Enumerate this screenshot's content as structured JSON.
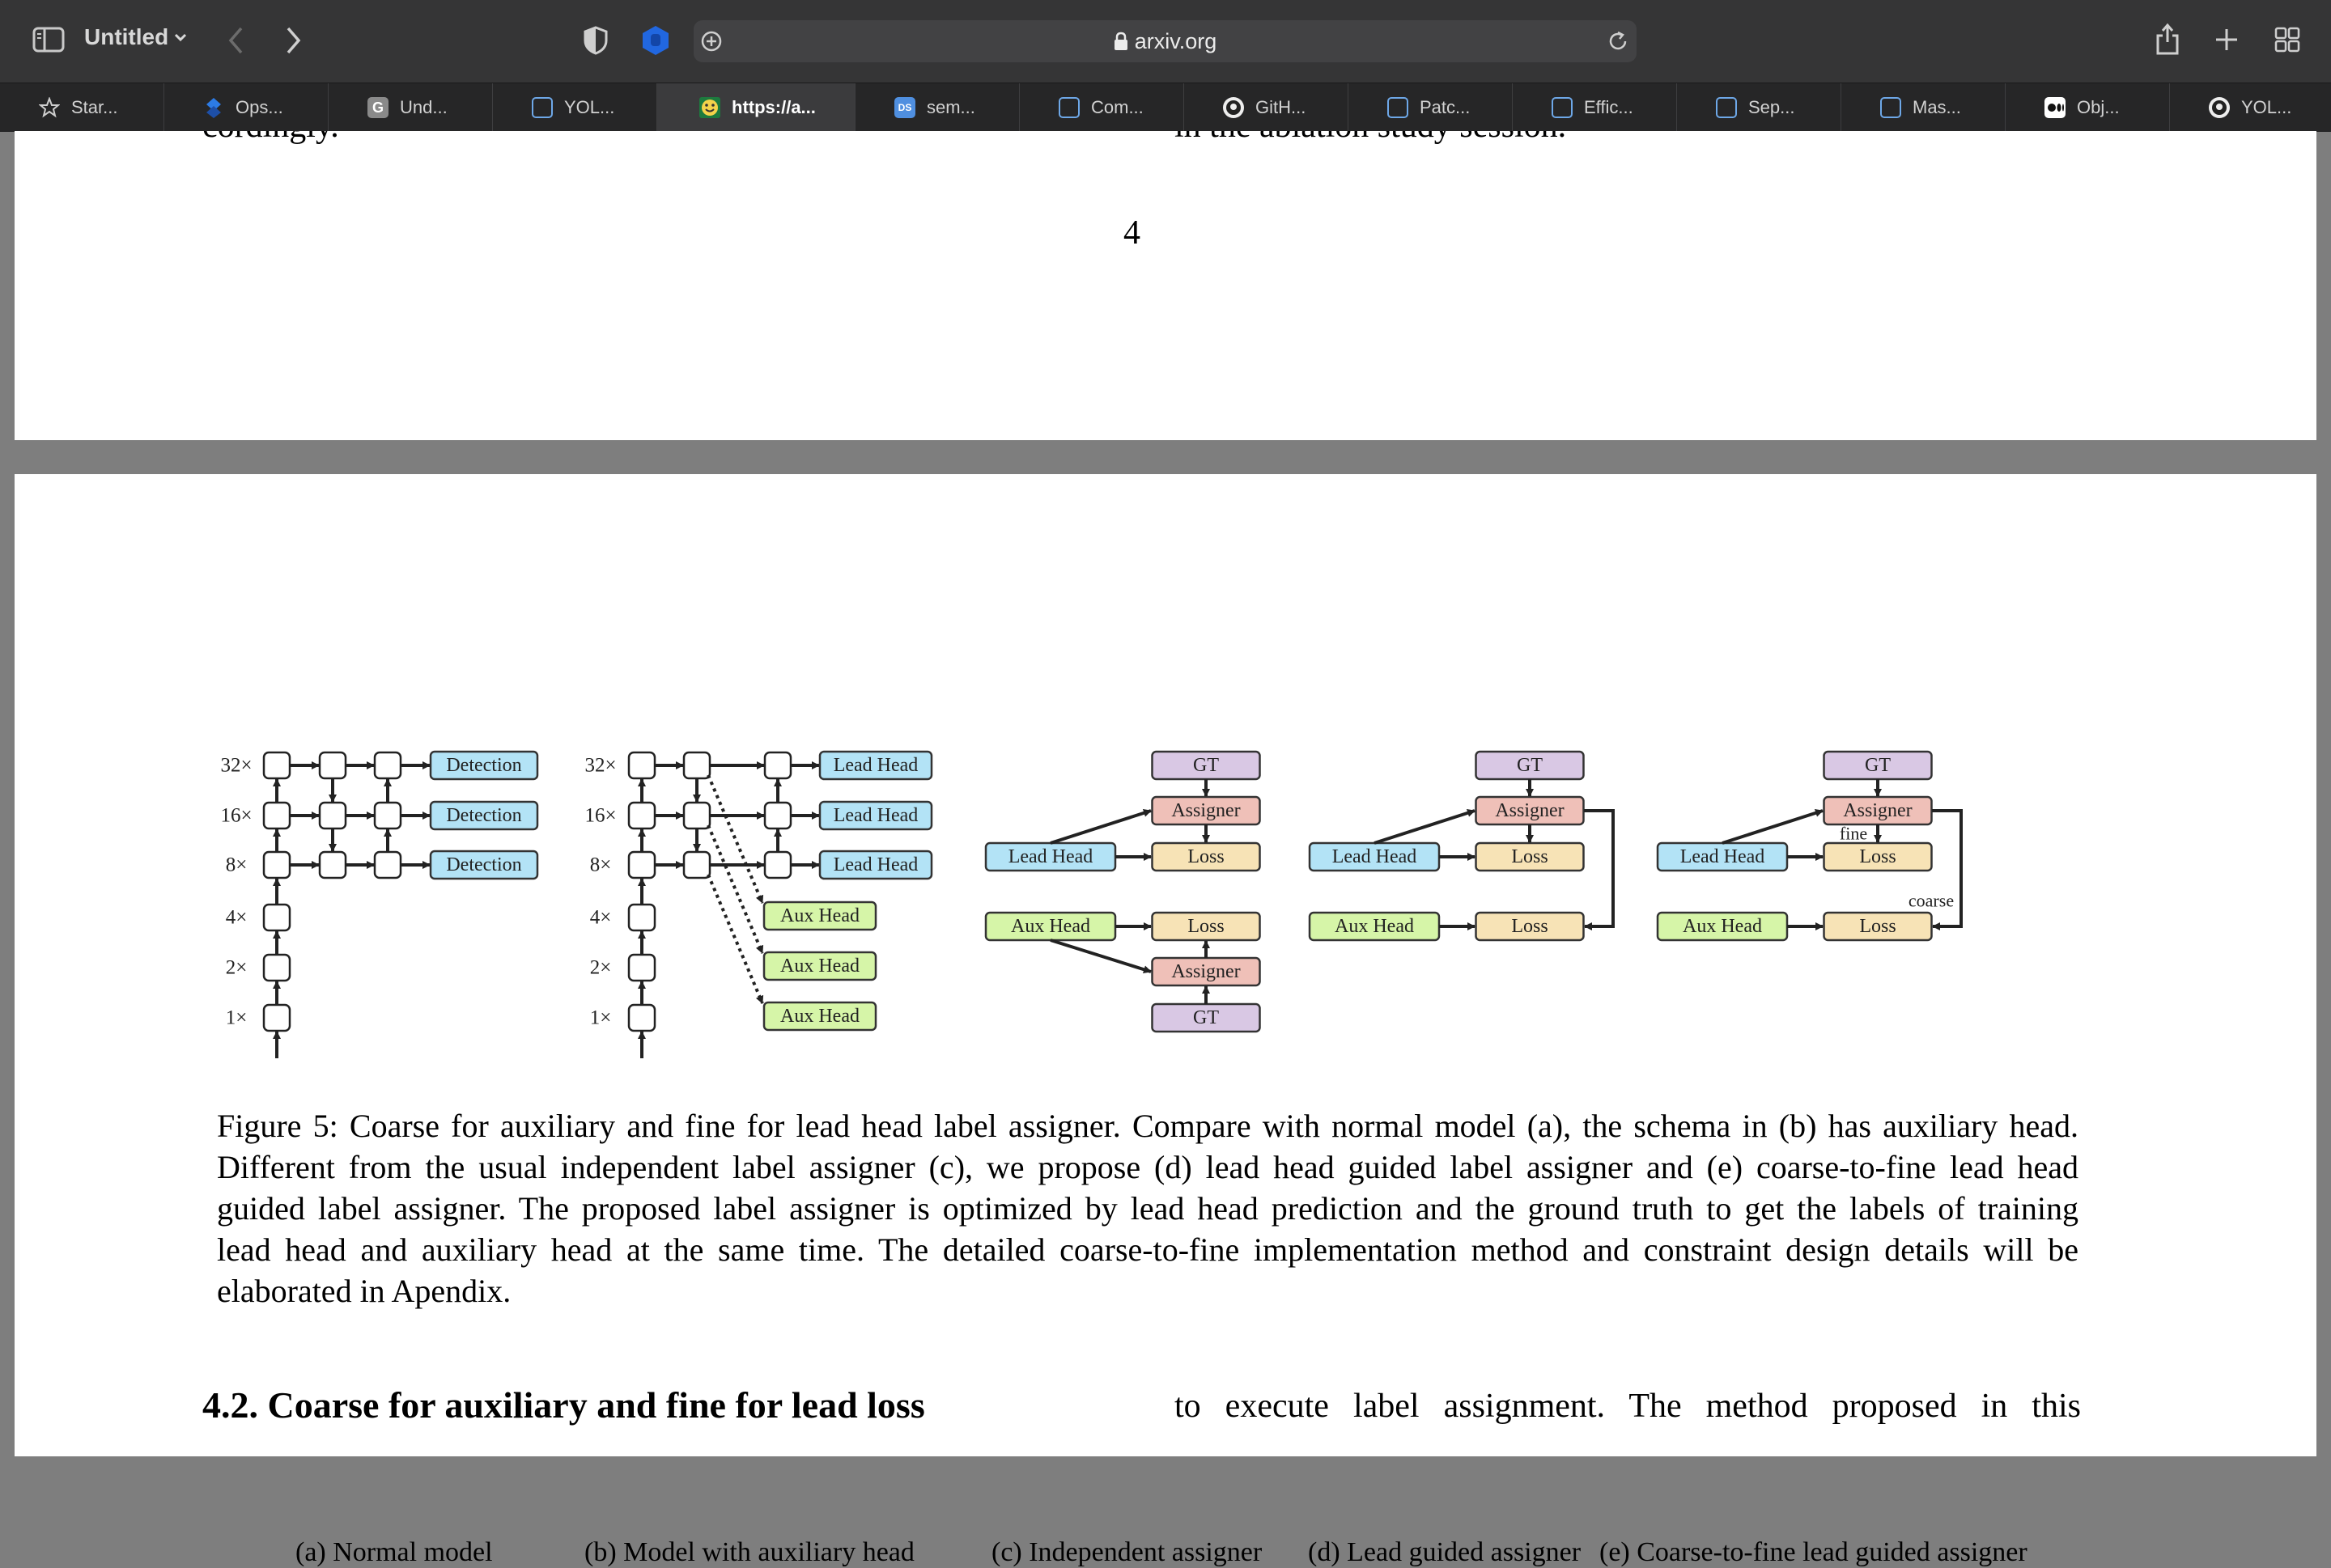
{
  "browser": {
    "window_title": "Untitled",
    "address": "arxiv.org",
    "tabs": [
      {
        "label": "Star..."
      },
      {
        "label": "Ops..."
      },
      {
        "label": "Und..."
      },
      {
        "label": "YOL..."
      },
      {
        "label": "https://a..."
      },
      {
        "label": "sem..."
      },
      {
        "label": "Com..."
      },
      {
        "label": "GitH..."
      },
      {
        "label": "Patc..."
      },
      {
        "label": "Effic..."
      },
      {
        "label": "Sep..."
      },
      {
        "label": "Mas..."
      },
      {
        "label": "Obj..."
      },
      {
        "label": "YOL..."
      }
    ]
  },
  "page1": {
    "cut_left": "cordingly.",
    "cut_right": "in the ablation study session.",
    "page_number": "4"
  },
  "figure": {
    "scales": [
      "32×",
      "16×",
      "8×",
      "4×",
      "2×",
      "1×"
    ],
    "detection_label": "Detection",
    "lead_head_label": "Lead Head",
    "aux_head_label": "Aux Head",
    "gt_label": "GT",
    "assigner_label": "Assigner",
    "loss_label": "Loss",
    "fine_label": "fine",
    "coarse_label": "coarse",
    "colors": {
      "detection": "#b3e3f6",
      "lead_head": "#b3e3f6",
      "aux_head": "#d6f5a8",
      "gt": "#d9c8e4",
      "assigner": "#efc0b8",
      "loss": "#f7e3b6"
    },
    "subcaptions": {
      "a": "(a) Normal model",
      "b": "(b) Model with auxiliary head",
      "c": "(c) Independent assigner",
      "d": "(d) Lead guided assigner",
      "e": "(e) Coarse-to-fine lead guided assigner"
    }
  },
  "caption": {
    "line1": "Figure 5: Coarse for auxiliary and fine for lead head label assigner. Compare with normal model (a), the schema in (b) has auxiliary head.",
    "line2": "Different from the usual independent label assigner (c), we propose (d) lead head guided label assigner and (e) coarse-to-fine lead head",
    "line3": "guided label assigner. The proposed label assigner is optimized by lead head prediction and the ground truth to get the labels of training",
    "line4": "lead head and auxiliary head at the same time. The detailed coarse-to-fine implementation method and constraint design details will be",
    "line5": "elaborated in Apendix."
  },
  "section": {
    "heading": "4.2. Coarse for auxiliary and fine for lead loss",
    "right_text": "to execute label assignment. The method proposed in this"
  }
}
